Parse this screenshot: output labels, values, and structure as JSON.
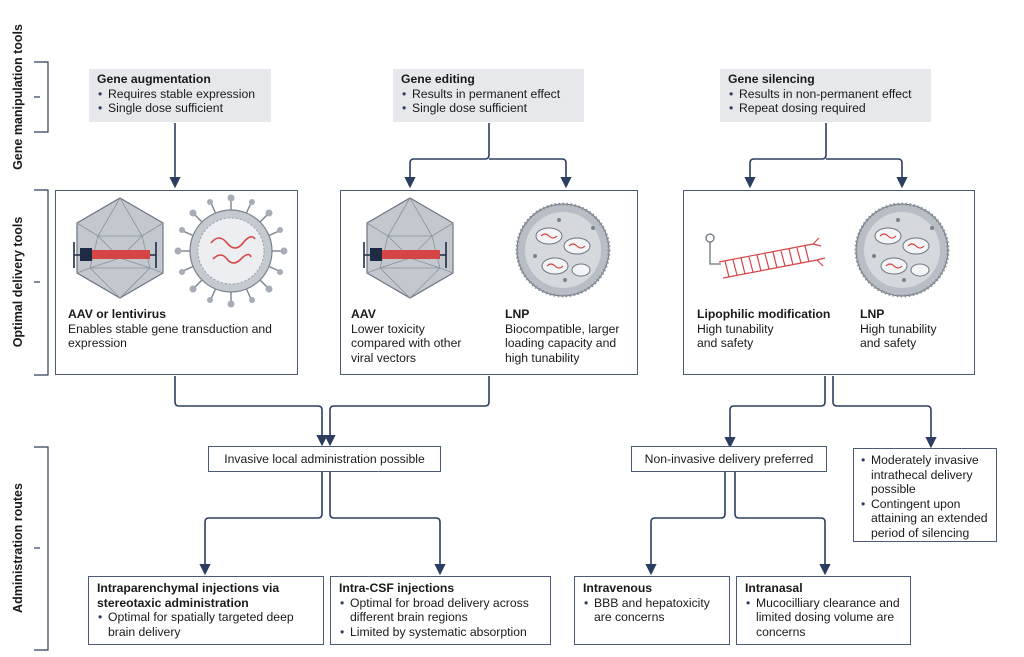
{
  "section_labels": {
    "gene_tools": "Gene manipulation tools",
    "delivery_tools": "Optimal delivery tools",
    "admin_routes": "Administration routes"
  },
  "gene_augmentation": {
    "title": "Gene augmentation",
    "bullets": [
      "Requires stable expression",
      "Single dose sufficient"
    ]
  },
  "gene_editing": {
    "title": "Gene editing",
    "bullets": [
      "Results in permanent effect",
      "Single dose sufficient"
    ]
  },
  "gene_silencing": {
    "title": "Gene silencing",
    "bullets": [
      "Results in non-permanent effect",
      "Repeat dosing required"
    ]
  },
  "delivery_aug": {
    "title": "AAV or lentivirus",
    "text": "Enables stable gene transduction and expression"
  },
  "delivery_edit_aav": {
    "title": "AAV",
    "text": "Lower toxicity compared with other viral vectors"
  },
  "delivery_edit_lnp": {
    "title": "LNP",
    "text": "Biocompatible, larger loading capacity and high tunability"
  },
  "delivery_sil_lipo": {
    "title": "Lipophilic modification",
    "text": "High tunability and safety"
  },
  "delivery_sil_lnp": {
    "title": "LNP",
    "text": "High tunability and safety"
  },
  "invasive_local": "Invasive local administration possible",
  "noninvasive": "Non-invasive delivery preferred",
  "intrathecal": {
    "bullets": [
      "Moderately invasive intrathecal delivery possible",
      "Contingent upon attaining an extended period of silencing"
    ]
  },
  "intraparenchymal": {
    "title": "Intraparenchymal injections via stereotaxic administration",
    "bullets": [
      "Optimal for spatially targeted deep brain delivery"
    ]
  },
  "intra_csf": {
    "title": "Intra-CSF injections",
    "bullets": [
      "Optimal for broad delivery across different brain regions",
      "Limited by systematic absorption"
    ]
  },
  "intravenous": {
    "title": "Intravenous",
    "bullets": [
      "BBB and hepatoxicity are concerns"
    ]
  },
  "intranasal": {
    "title": "Intranasal",
    "bullets": [
      "Mucocilliary clearance and limited dosing volume are concerns"
    ]
  },
  "colors": {
    "line": "#2c3e5f",
    "shaded_box": "#e6e8ec",
    "vector_red": "#d64545",
    "capsid": "#b9bec6"
  },
  "icons": [
    "aav-capsid-icon",
    "lentivirus-icon",
    "lnp-icon",
    "lipophilic-oligo-icon"
  ]
}
